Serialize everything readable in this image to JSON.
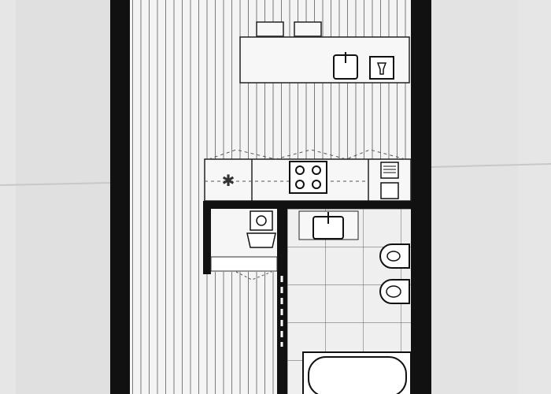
{
  "colors": {
    "paper": "#e6e6e6",
    "wall": "#111111",
    "floor": "#f4f4f4",
    "floor_stripe": "#8a8a8a",
    "fixture": "#f7f7f7",
    "tile": "#ededed"
  },
  "rooms": [
    "living-area",
    "kitchen",
    "laundry",
    "bathroom"
  ],
  "fixtures": [
    "bar-stool",
    "bar-stool",
    "island-sink",
    "dishwasher",
    "refrigerator",
    "cooktop",
    "oven",
    "washing-machine",
    "laundry-basin",
    "bathroom-sink",
    "bidet",
    "toilet",
    "bathtub"
  ]
}
